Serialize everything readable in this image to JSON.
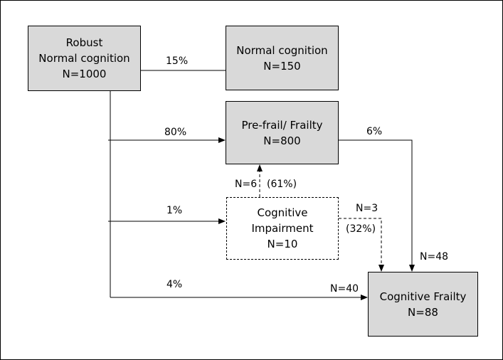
{
  "boxes": {
    "robust": [
      "Robust",
      "Normal cognition",
      "N=1000"
    ],
    "normal": [
      "Normal cognition",
      "N=150"
    ],
    "prefrail": [
      "Pre-frail/ Frailty",
      "N=800"
    ],
    "cognitive_impairment": [
      "Cognitive",
      "Impairment",
      "N=10"
    ],
    "cognitive_frailty": [
      "Cognitive Frailty",
      "N=88"
    ]
  },
  "labels": {
    "to_normal_pct": "15%",
    "to_prefrail_pct": "80%",
    "to_ci_pct": "1%",
    "to_cf_pct": "4%",
    "prefrail_to_cf_pct": "6%",
    "prefrail_to_cf_n": "N=48",
    "ci_to_prefrail_n": "N=6",
    "ci_to_prefrail_pct": "(61%)",
    "ci_to_cf_n": "N=3",
    "ci_to_cf_pct": "(32%)",
    "robust_to_cf_n": "N=40"
  }
}
